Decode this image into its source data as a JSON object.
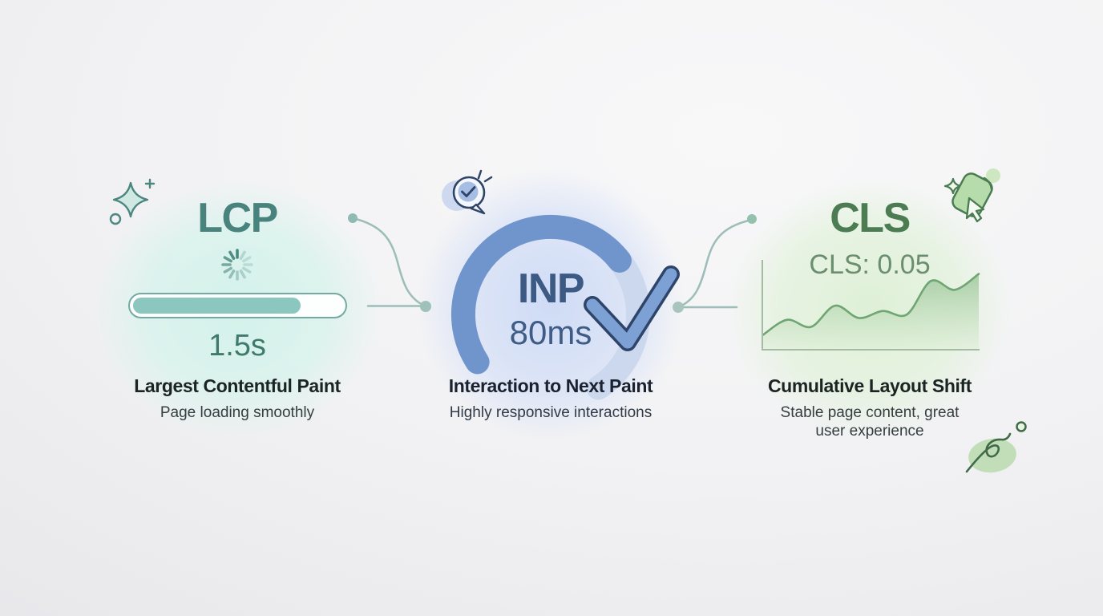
{
  "panels": [
    {
      "id": "lcp",
      "acronym": "LCP",
      "metric_value": "1.5s",
      "heading": "Largest Contentful Paint",
      "subtext": "Page loading smoothly",
      "accent_color": "#48847d",
      "glow_color": "#d6f3ec",
      "progress_percent": 80,
      "icons": [
        "sparkle-icon",
        "plus-icon",
        "dot-icon",
        "loading-spinner-icon",
        "progress-bar"
      ]
    },
    {
      "id": "inp",
      "acronym": "INP",
      "metric_value": "80ms",
      "heading": "Interaction to Next Paint",
      "subtext": "Highly responsive interactions",
      "accent_color": "#3c5a84",
      "glow_color": "#d3defa",
      "gauge_color": "#7095cc",
      "gauge_track_color": "#cbd8ee",
      "icons": [
        "speech-bubble-check-icon",
        "gauge-arc",
        "checkmark-icon"
      ]
    },
    {
      "id": "cls",
      "acronym": "CLS",
      "metric_value": "CLS: 0.05",
      "heading": "Cumulative Layout Shift",
      "subtext": "Stable page content, great user experience",
      "accent_color": "#4b7c52",
      "glow_color": "#def0d7",
      "icons": [
        "sparkle-icon",
        "shifting-card-icon",
        "cursor-icon",
        "motion-arc-icon",
        "area-chart",
        "squiggle-icon",
        "blob-icon",
        "circle-icon"
      ]
    }
  ],
  "connectors": [
    {
      "from": "LCP",
      "to": "INP",
      "style": "s-curve-with-dots"
    },
    {
      "from": "INP",
      "to": "CLS",
      "style": "s-curve-with-dots"
    }
  ],
  "chart_data": {
    "type": "area",
    "title": "CLS: 0.05",
    "xlabel": "",
    "ylabel": "",
    "axes_labeled": false,
    "grid": false,
    "values": [
      0.16,
      0.33,
      0.25,
      0.49,
      0.35,
      0.43,
      0.39,
      0.77,
      0.67,
      0.85
    ],
    "line_color": "#6fa573",
    "fill_top_color": "#9dc79a",
    "fill_bottom_color": "#ddeed6",
    "axis_color": "#a6bba3"
  },
  "colors": {
    "background": "#efeff1",
    "connector": "#9dbdb8",
    "connector_dot": "#8fb9b2",
    "heading_text": "#1b2423",
    "sub_text": "#343e40",
    "check_outline": "#2e4569",
    "check_fill": "#7da1d5"
  }
}
